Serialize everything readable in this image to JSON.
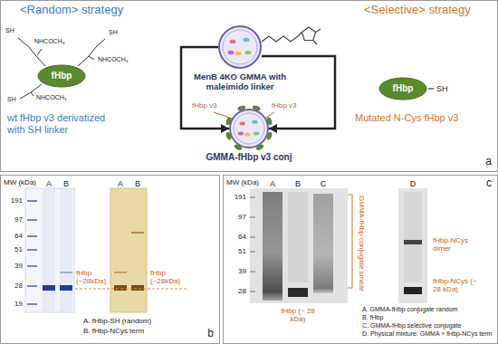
{
  "diagram": {
    "nodes": [
      {
        "text": [
          "a"
        ]
      },
      {
        "text": [
          "fHbp"
        ],
        "in": 0
      },
      {
        "text": [
          "MenB 4KO GMMA with maleimido linker"
        ],
        "in": 0
      },
      {
        "text": [
          "fHbp"
        ],
        "in": 0
      },
      {
        "text": [
          "GMMA-fHbp v3 conj"
        ],
        "in": 0
      },
      {
        "text": [
          "b"
        ]
      },
      {
        "text": [
          "c"
        ]
      }
    ],
    "edges": [
      {
        "from": 2,
        "to": 4,
        "arrow": "to"
      },
      {
        "from": 2,
        "to": 4,
        "arrow": "to"
      }
    ],
    "labels": [
      "<Random> strategy",
      "SH",
      "NHCOCH₃",
      "SH",
      "NHCOCH₃",
      "NHCOCH₃",
      "SH",
      "wt fHbp v3 derivatized with SH linker",
      "<Selective> strategy",
      "SH",
      "Mutated N-Cys fHbp v3",
      "fHbp v3",
      "fHbp v3",
      "MW (kDa)",
      "191",
      "97",
      "64",
      "51",
      "39",
      "28",
      "19",
      "A",
      "B",
      "A",
      "B",
      "fHbp (~28kDa)",
      "fHbp (~28kDa)",
      "A. fHbp-SH (random)",
      "B. fHbp-NCys term",
      "MW (kDa)",
      "191",
      "97",
      "64",
      "51",
      "39",
      "28",
      "A",
      "B",
      "C",
      "D",
      "GMMA-fHbp conjugate smear",
      "fHbp (~ 28 kDa)",
      "fHbp-NCys dimer",
      "fHbp-NCys (~ 28 kDa)",
      "A. GMMA-fHbp conjugate random",
      "B. fHbp",
      "C. GMMA-fHbp selective conjugate",
      "D. Physical mixture: GMMA + fHbp-NCys term"
    ]
  }
}
